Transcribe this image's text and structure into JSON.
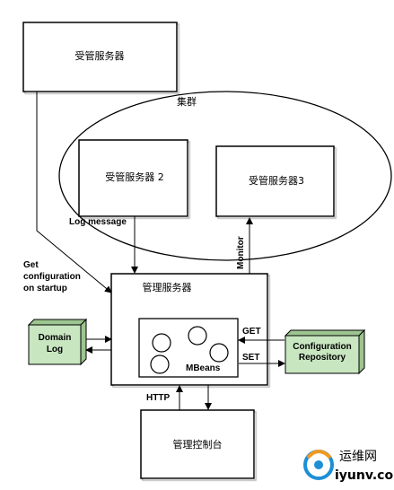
{
  "nodes": {
    "managed_server_top": "受管服务器",
    "cluster": "集群",
    "managed_server_2": "受管服务器 2",
    "managed_server_3": "受管服务器3",
    "admin_server": "管理服务器",
    "domain_log_line1": "Domain",
    "domain_log_line2": "Log",
    "mbeans": "MBeans",
    "config_repo_line1": "Configuration",
    "config_repo_line2": "Repository",
    "admin_console": "管理控制台"
  },
  "edges": {
    "log_message": "Log message",
    "monitor": "Monitor",
    "get_config_line1": "Get",
    "get_config_line2": "configuration",
    "get_config_line3": "on startup",
    "get": "GET",
    "set": "SET",
    "http": "HTTP"
  },
  "watermark": {
    "brand_cn": "运维网",
    "brand_url": "iyunv.com"
  },
  "colors": {
    "stroke": "#000000",
    "green_box": "#c8e6c0",
    "green_side": "#9cc58f",
    "logo_blue": "#1d8fd6",
    "logo_orange": "#f29a1f"
  }
}
